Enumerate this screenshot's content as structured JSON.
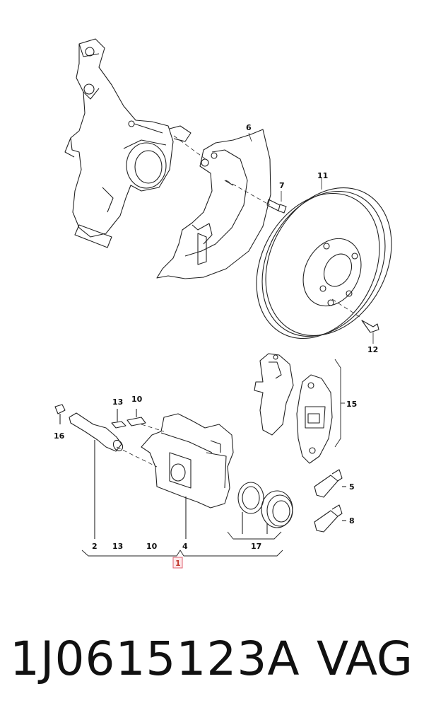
{
  "diagram": {
    "labels": {
      "l6": "6",
      "l7": "7",
      "l11": "11",
      "l12": "12",
      "l13a": "13",
      "l10a": "10",
      "l16": "16",
      "l15": "15",
      "l5": "5",
      "l8": "8",
      "l2": "2",
      "l13b": "13",
      "l10b": "10",
      "l4": "4",
      "l17": "17",
      "l1": "1"
    },
    "highlight_color": "#e06070"
  },
  "footer": {
    "part_number": "1J0615123A",
    "brand": "VAG"
  }
}
